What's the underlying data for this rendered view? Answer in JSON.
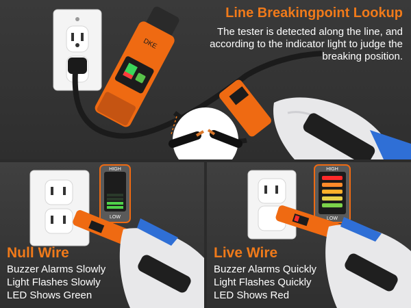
{
  "top": {
    "title": "Line Breakingpoint Lookup",
    "description": "The tester is detected along the line, and according to the indicator light to judge the breaking position.",
    "tester_marking": "DKE"
  },
  "null_wire": {
    "title": "Null Wire",
    "lines": [
      "Buzzer Alarms Slowly",
      "Light Flashes Slowly",
      "LED Shows Green"
    ],
    "indicator": {
      "high_label": "HIGH",
      "low_label": "LOW",
      "lit_color": "#4fd14a"
    }
  },
  "live_wire": {
    "title": "Live Wire",
    "lines": [
      "Buzzer Alarms Quickly",
      "Light Flashes Quickly",
      "LED Shows Red"
    ],
    "indicator": {
      "high_label": "HIGH",
      "low_label": "LOW",
      "lit_color": "#ff2a2a"
    }
  },
  "colors": {
    "accent": "#f07a1a",
    "tester_body": "#ef6a12",
    "glove": "#e8e8ea",
    "glove_cuff": "#2f6fd6"
  }
}
